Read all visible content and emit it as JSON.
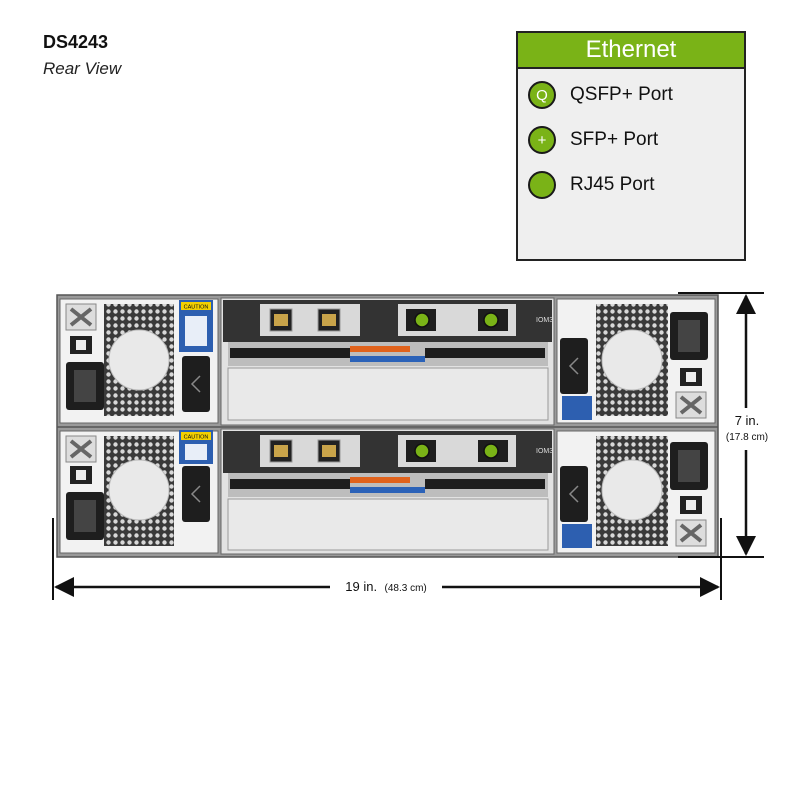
{
  "title": "DS4243",
  "subtitle": "Rear View",
  "legend": {
    "header": "Ethernet",
    "items": [
      {
        "glyph": "Q",
        "label": "QSFP+ Port"
      },
      {
        "glyph": "+",
        "label": "SFP+ Port"
      },
      {
        "glyph": "",
        "label": "RJ45 Port"
      }
    ]
  },
  "dimensions": {
    "width_main": "19 in.",
    "width_metric": "(48.3 cm)",
    "height_main": "7 in.",
    "height_metric": "(17.8 cm)"
  },
  "module_labels": {
    "iom_top": "IOM3",
    "iom_bottom": "IOM3",
    "psu_top_left": "CAUTION",
    "psu_bottom_left": "CAUTION"
  },
  "colors": {
    "accent_green": "#7ab317",
    "handle_orange": "#e0621c",
    "handle_blue": "#2b62b8",
    "chassis_gray": "#8e8e8e"
  }
}
